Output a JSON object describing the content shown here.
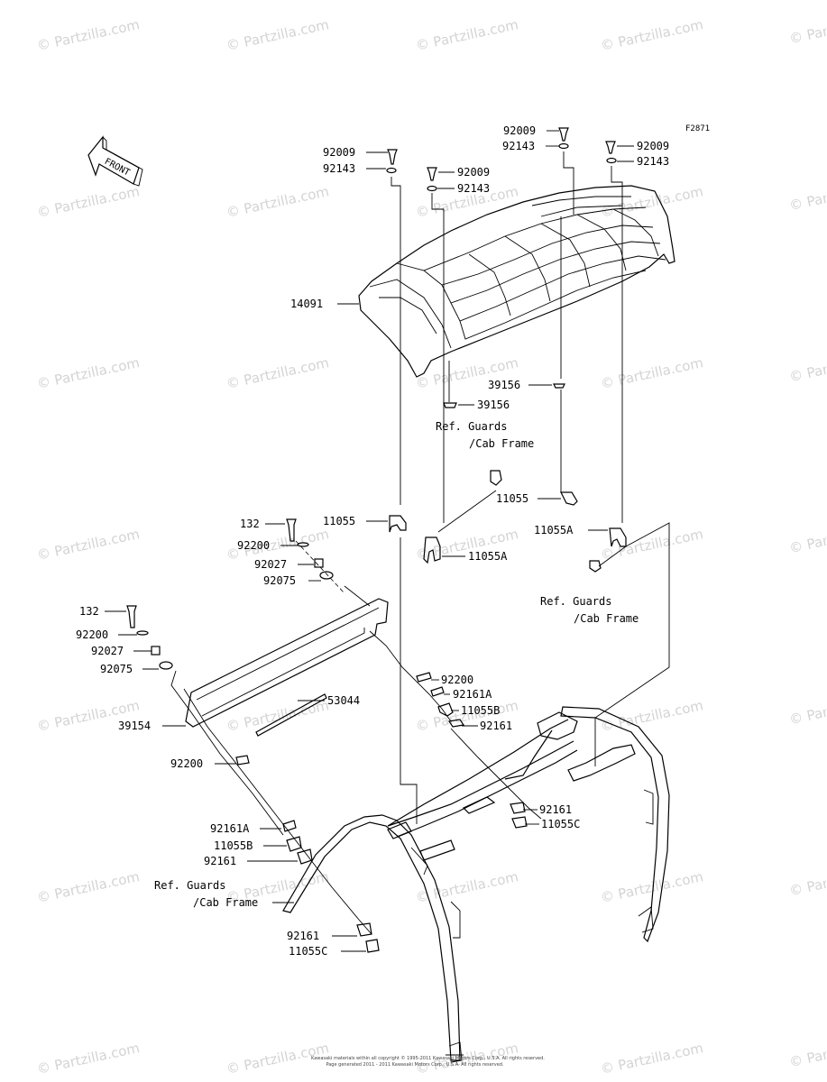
{
  "watermark": "© Partzilla.com",
  "diagram_code": "F2871",
  "front_label": "FRONT",
  "footer": {
    "line1": "Kawasaki materials within all copyright © 1995-2011 Kawasaki Motors Corp., U.S.A. All rights reserved.",
    "line2": "Page generated 2011 - 2011 Kawasaki Motors Corp., U.S.A. All rights reserved."
  },
  "labels": {
    "l_92009_a": "92009",
    "l_92143_a": "92143",
    "l_92009_b": "92009",
    "l_92143_b": "92143",
    "l_92009_c": "92009",
    "l_92143_c": "92143",
    "l_92009_d": "92009",
    "l_92143_d": "92143",
    "l_14091": "14091",
    "l_39156_a": "39156",
    "l_39156_b": "39156",
    "ref_guards_1": "Ref. Guards",
    "cab_frame_1": "/Cab Frame",
    "l_11055_a": "11055",
    "l_11055_b": "11055",
    "l_11055A_a": "11055A",
    "l_11055A_b": "11055A",
    "ref_guards_2": "Ref. Guards",
    "cab_frame_2": "/Cab Frame",
    "l_132_a": "132",
    "l_92200_a": "92200",
    "l_92027_a": "92027",
    "l_92075_a": "92075",
    "l_132_b": "132",
    "l_92200_b": "92200",
    "l_92027_b": "92027",
    "l_92075_b": "92075",
    "l_92200_c": "92200",
    "l_92161A_a": "92161A",
    "l_11055B_a": "11055B",
    "l_92161_a": "92161",
    "l_53044": "53044",
    "l_39154": "39154",
    "l_92200_d": "92200",
    "l_92161_b": "92161",
    "l_11055C_a": "11055C",
    "l_92161A_b": "92161A",
    "l_11055B_b": "11055B",
    "l_92161_c": "92161",
    "ref_guards_3": "Ref. Guards",
    "cab_frame_3": "/Cab Frame",
    "l_92161_d": "92161",
    "l_11055C_b": "11055C"
  }
}
